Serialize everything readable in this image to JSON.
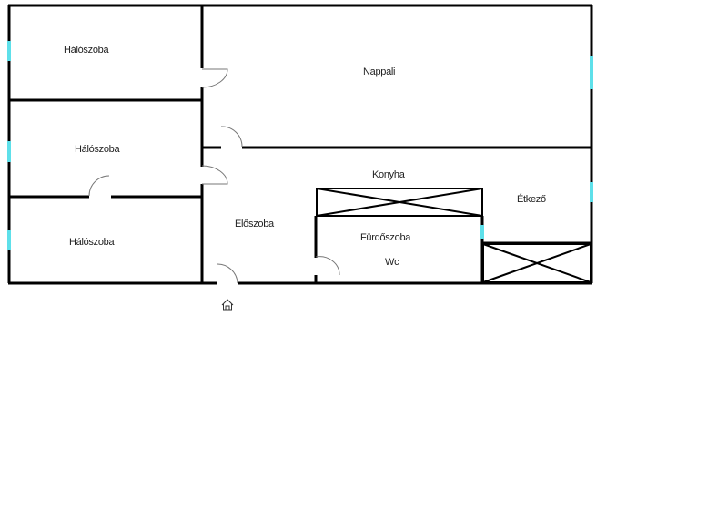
{
  "rooms": {
    "bedroom1": "Hálószoba",
    "bedroom2": "Hálószoba",
    "bedroom3": "Hálószoba",
    "living": "Nappali",
    "kitchen": "Konyha",
    "dining": "Étkező",
    "hall": "Előszoba",
    "bathroom": "Fürdőszoba",
    "wc": "Wc"
  },
  "entrance_icon": "house-icon",
  "colors": {
    "wall": "#000000",
    "window": "#5ee0ea",
    "door": "#777777"
  }
}
